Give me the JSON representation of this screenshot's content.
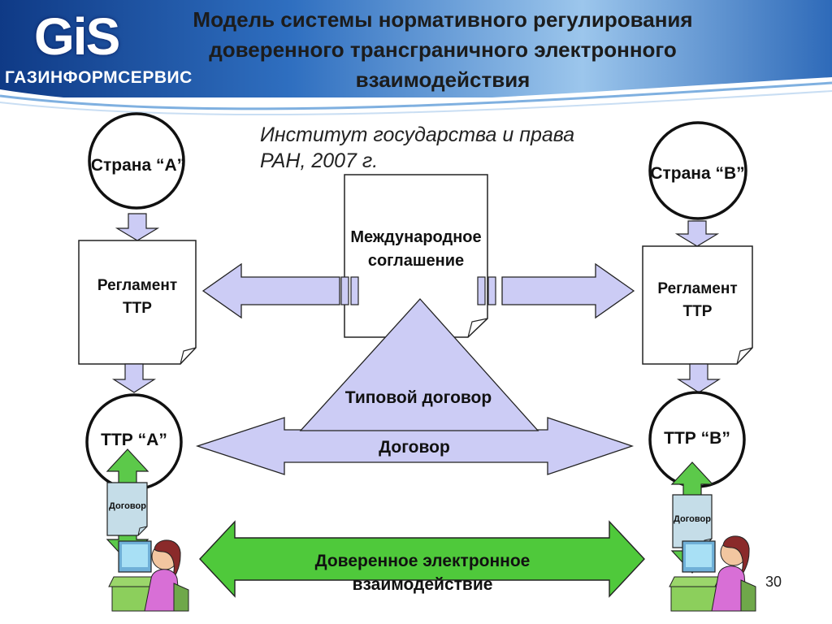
{
  "header": {
    "logo": "GiS",
    "company": "ГАЗИНФОРМСЕРВИС",
    "title_lines": [
      "Модель системы нормативного регулирования",
      "доверенного трансграничного электронного",
      "взаимодействия"
    ]
  },
  "source_lines": [
    "Институт государства и права",
    "РАН, 2007 г."
  ],
  "country_a": "Страна “А”",
  "country_b": "Страна “В”",
  "agreement_lines": [
    "Международное",
    "соглашение"
  ],
  "reglament_a_lines": [
    "Регламент",
    "ТТР"
  ],
  "reglament_b_lines": [
    "Регламент",
    "ТТР"
  ],
  "standard_contract": "Типовой договор",
  "ttr_a": "ТТР “А”",
  "ttr_b": "ТТР “В”",
  "contract": "Договор",
  "contract_doc_a": "Договор",
  "contract_doc_b": "Договор",
  "trusted_lines": [
    "Доверенное электронное",
    "взаимодействие"
  ],
  "page_number": "30",
  "colors": {
    "header_blue": "#1f4f9a",
    "arrow_lavender": "#ccccf5",
    "arrow_green": "#4fc93b",
    "doc_blue": "#c5dde8",
    "outline": "#222222"
  }
}
